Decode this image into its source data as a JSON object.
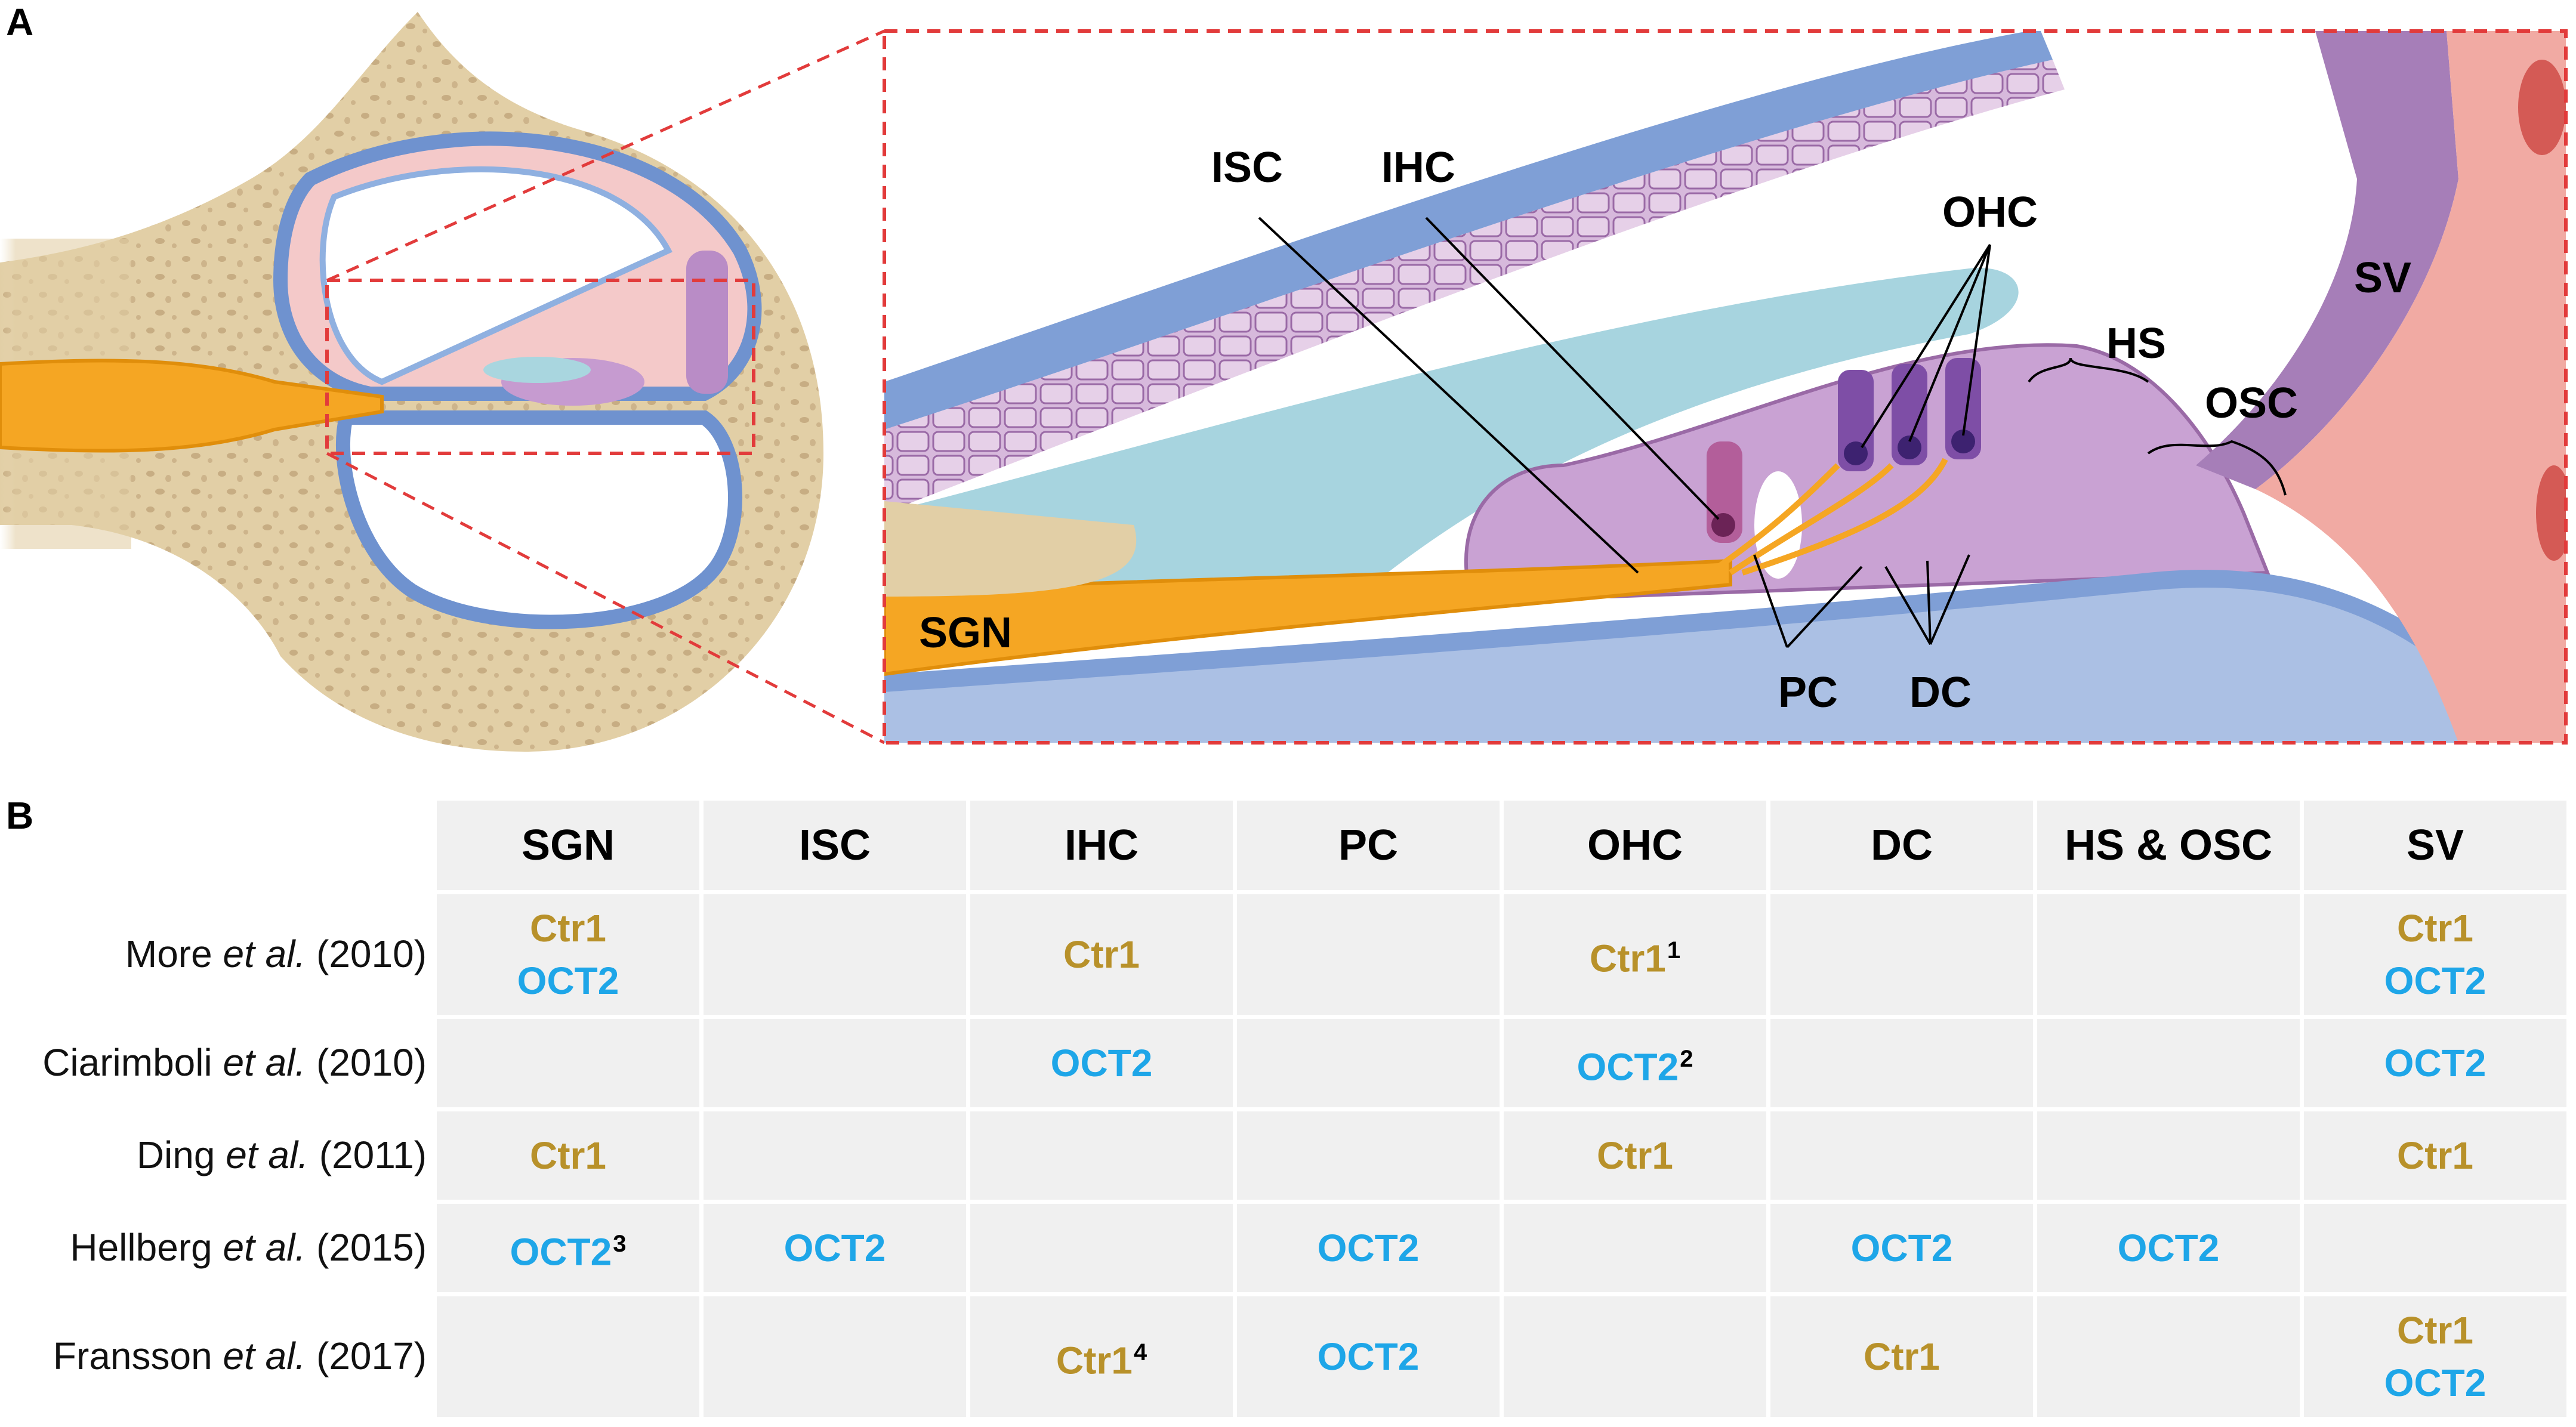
{
  "panels": {
    "a": "A",
    "b": "B"
  },
  "labels": {
    "isc": "ISC",
    "ihc": "IHC",
    "ohc": "OHC",
    "sv": "SV",
    "hs": "HS",
    "osc": "OSC",
    "sgn": "SGN",
    "pc": "PC",
    "dc": "DC"
  },
  "colors": {
    "ctr1": "#b8912a",
    "oct2": "#1ea6e8",
    "zoom_box": "#e23b3b"
  },
  "table": {
    "headers": [
      "SGN",
      "ISC",
      "IHC",
      "PC",
      "OHC",
      "DC",
      "HS & OSC",
      "SV"
    ],
    "rows": [
      {
        "author": "More",
        "etal": "et al.",
        "year": "(2010)",
        "cells": [
          [
            {
              "t": "Ctr1",
              "k": "ctr"
            },
            {
              "t": "OCT2",
              "k": "oct"
            }
          ],
          [],
          [
            {
              "t": "Ctr1",
              "k": "ctr"
            }
          ],
          [],
          [
            {
              "t": "Ctr1",
              "k": "ctr",
              "sup": "1"
            }
          ],
          [],
          [],
          [
            {
              "t": "Ctr1",
              "k": "ctr"
            },
            {
              "t": "OCT2",
              "k": "oct"
            }
          ]
        ]
      },
      {
        "author": "Ciarimboli",
        "etal": "et al.",
        "year": "(2010)",
        "cells": [
          [],
          [],
          [
            {
              "t": "OCT2",
              "k": "oct"
            }
          ],
          [],
          [
            {
              "t": "OCT2",
              "k": "oct",
              "sup": "2"
            }
          ],
          [],
          [],
          [
            {
              "t": "OCT2",
              "k": "oct"
            }
          ]
        ]
      },
      {
        "author": "Ding",
        "etal": "et al.",
        "year": "(2011)",
        "cells": [
          [
            {
              "t": "Ctr1",
              "k": "ctr"
            }
          ],
          [],
          [],
          [],
          [
            {
              "t": "Ctr1",
              "k": "ctr"
            }
          ],
          [],
          [],
          [
            {
              "t": "Ctr1",
              "k": "ctr"
            }
          ]
        ]
      },
      {
        "author": "Hellberg",
        "etal": "et al.",
        "year": "(2015)",
        "cells": [
          [
            {
              "t": "OCT2",
              "k": "oct",
              "sup": "3"
            }
          ],
          [
            {
              "t": "OCT2",
              "k": "oct"
            }
          ],
          [],
          [
            {
              "t": "OCT2",
              "k": "oct"
            }
          ],
          [],
          [
            {
              "t": "OCT2",
              "k": "oct"
            }
          ],
          [
            {
              "t": "OCT2",
              "k": "oct"
            }
          ],
          []
        ]
      },
      {
        "author": "Fransson",
        "etal": "et al.",
        "year": "(2017)",
        "cells": [
          [],
          [],
          [
            {
              "t": "Ctr1",
              "k": "ctr",
              "sup": "4"
            }
          ],
          [
            {
              "t": "OCT2",
              "k": "oct"
            }
          ],
          [],
          [
            {
              "t": "Ctr1",
              "k": "ctr"
            }
          ],
          [],
          [
            {
              "t": "Ctr1",
              "k": "ctr"
            },
            {
              "t": "OCT2",
              "k": "oct"
            }
          ]
        ]
      }
    ]
  }
}
